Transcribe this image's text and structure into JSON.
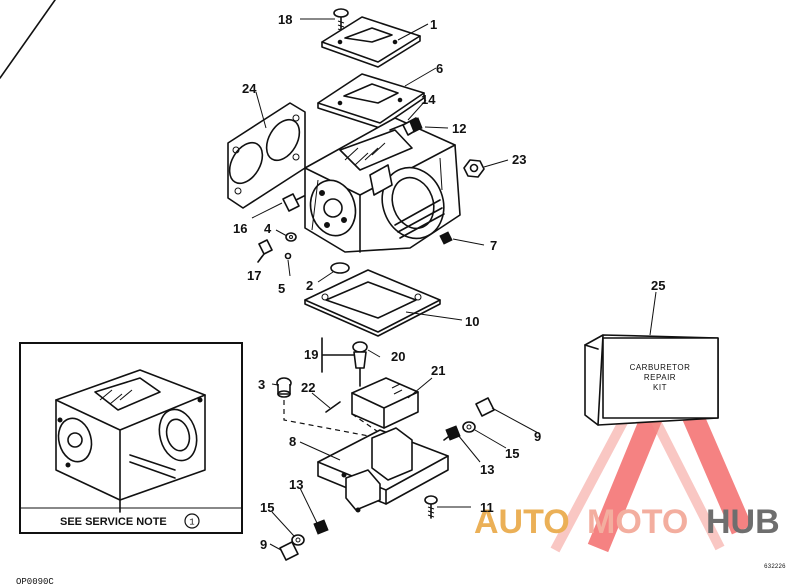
{
  "callouts": [
    "1",
    "2",
    "3",
    "4",
    "5",
    "6",
    "7",
    "8",
    "9",
    "9",
    "10",
    "11",
    "12",
    "13",
    "13",
    "14",
    "15",
    "15",
    "16",
    "17",
    "18",
    "19",
    "20",
    "21",
    "22",
    "23",
    "24",
    "25"
  ],
  "kit_box": {
    "line1": "CARBURETOR",
    "line2": "REPAIR",
    "line3": "KIT"
  },
  "inset": {
    "note_label": "SEE SERVICE NOTE",
    "note_number": "1"
  },
  "footer": {
    "figure_code": "OP0090C",
    "small_code": "632226"
  },
  "watermark": {
    "part1": "AUTO",
    "part2": "MOTO",
    "part3": "HUB",
    "color_accent": "#e8252b",
    "color_mid": "#f29a8e",
    "color_dark": "#444444"
  }
}
